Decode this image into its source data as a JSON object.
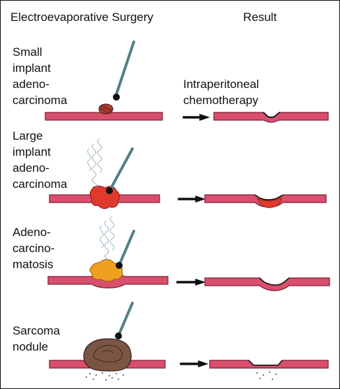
{
  "headers": {
    "left": "Electroevaporative Surgery",
    "right": "Result"
  },
  "rows": [
    {
      "id": "small-implant",
      "label_lines": [
        "Small",
        "implant",
        "adeno-",
        "carcinoma"
      ],
      "result_label_lines": [
        "Intraperitoneal",
        "chemotherapy"
      ]
    },
    {
      "id": "large-implant",
      "label_lines": [
        "Large",
        "implant",
        "adeno-",
        "carcinoma"
      ]
    },
    {
      "id": "adenocarcinomatosis",
      "label_lines": [
        "Adeno-",
        "carcino-",
        "matosis"
      ]
    },
    {
      "id": "sarcoma-nodule",
      "label_lines": [
        "Sarcoma",
        "nodule"
      ]
    }
  ],
  "colors": {
    "tissue": "#d94f6d",
    "tissue_edge": "#7a1f33",
    "small_implant": "#b5432f",
    "large_implant": "#e03a2e",
    "carcinomatosis": "#f0a020",
    "sarcoma": "#7a5544",
    "probe": "#557f86",
    "smoke": "#9fb4c0"
  }
}
